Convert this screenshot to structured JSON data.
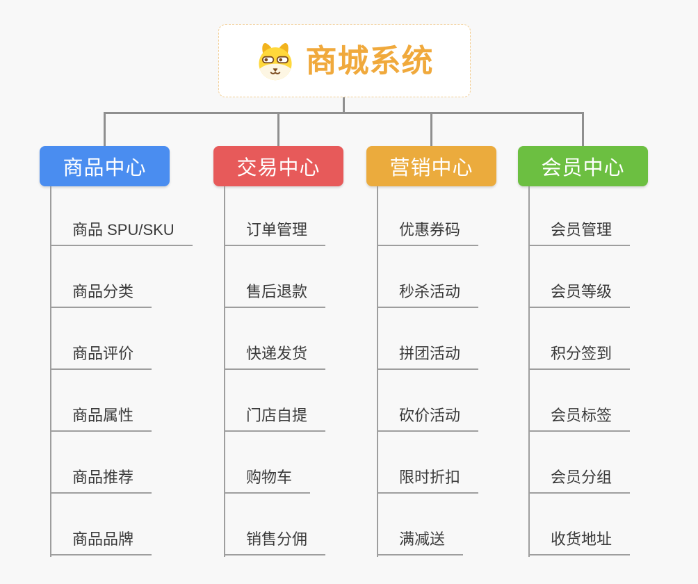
{
  "canvas": {
    "background": "#F8F8F8",
    "connector_color": "#8F8F8F",
    "leaf_line_color": "#9E9E9E"
  },
  "root": {
    "title": "商城系统",
    "icon": "dog-icon",
    "title_color": "#F0A93C",
    "border_color": "#F2CD92"
  },
  "branches": [
    {
      "label": "商品中心",
      "color": "#4A8DF0",
      "items": [
        "商品 SPU/SKU",
        "商品分类",
        "商品评价",
        "商品属性",
        "商品推荐",
        "商品品牌"
      ]
    },
    {
      "label": "交易中心",
      "color": "#E75A5A",
      "items": [
        "订单管理",
        "售后退款",
        "快递发货",
        "门店自提",
        "购物车",
        "销售分佣"
      ]
    },
    {
      "label": "营销中心",
      "color": "#EBAB3D",
      "items": [
        "优惠券码",
        "秒杀活动",
        "拼团活动",
        "砍价活动",
        "限时折扣",
        "满减送"
      ]
    },
    {
      "label": "会员中心",
      "color": "#6CBF41",
      "items": [
        "会员管理",
        "会员等级",
        "积分签到",
        "会员标签",
        "会员分组",
        "收货地址"
      ]
    }
  ]
}
